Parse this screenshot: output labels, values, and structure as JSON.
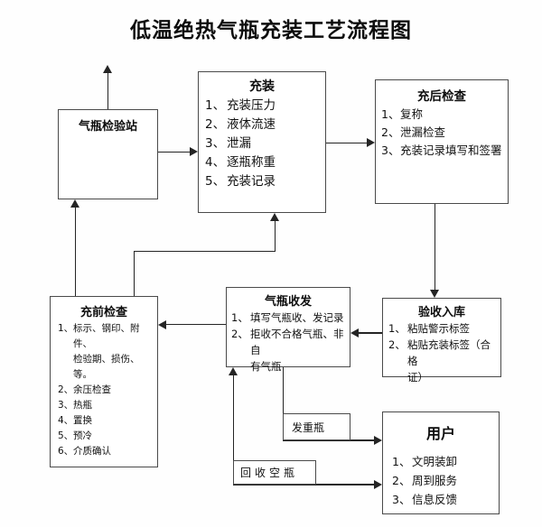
{
  "title": "低温绝热气瓶充装工艺流程图",
  "colors": {
    "line": "#242424",
    "box_border": "#4a4a4a",
    "text": "#111111",
    "background": "#fefefe"
  },
  "boxes": {
    "station": {
      "title": "气瓶检验站"
    },
    "filling": {
      "title": "充装",
      "items": [
        {
          "n": "1、",
          "t": "充装压力"
        },
        {
          "n": "2、",
          "t": "液体流速"
        },
        {
          "n": "3、",
          "t": "泄漏"
        },
        {
          "n": "4、",
          "t": "逐瓶称重"
        },
        {
          "n": "5、",
          "t": "充装记录"
        }
      ]
    },
    "post_check": {
      "title": "充后检查",
      "items": [
        {
          "n": "1、",
          "t": "复称"
        },
        {
          "n": "2、",
          "t": "泄漏检查"
        },
        {
          "n": "3、",
          "t": "充装记录填写和签署"
        }
      ]
    },
    "pre_check": {
      "title": "充前检查",
      "items": [
        {
          "n": "1、",
          "t": "标示、钢印、附件、",
          "t2": "检验期、损伤、等。"
        },
        {
          "n": "2、",
          "t": "余压检查"
        },
        {
          "n": "3、",
          "t": "热瓶"
        },
        {
          "n": "4、",
          "t": "置换"
        },
        {
          "n": "5、",
          "t": "预冷"
        },
        {
          "n": "6、",
          "t": "介质确认"
        }
      ]
    },
    "receiving": {
      "title": "气瓶收发",
      "items": [
        {
          "n": "1、",
          "t": "填写气瓶收、发记录"
        },
        {
          "n": "2、",
          "t": "拒收不合格气瓶、非自",
          "t2": "有气瓶"
        }
      ]
    },
    "acceptance": {
      "title": "验收入库",
      "items": [
        {
          "n": "1、",
          "t": "粘贴警示标签"
        },
        {
          "n": "2、",
          "t": "粘贴充装标签（合格",
          "t2": "证）"
        }
      ]
    },
    "user": {
      "title": "用户",
      "items": [
        {
          "n": "1、",
          "t": "文明装卸"
        },
        {
          "n": "2、",
          "t": "周到服务"
        },
        {
          "n": "3、",
          "t": "信息反馈"
        }
      ]
    },
    "dispatch_full": {
      "label": "发重瓶"
    },
    "recover_empty": {
      "label": "回收空瓶"
    }
  }
}
